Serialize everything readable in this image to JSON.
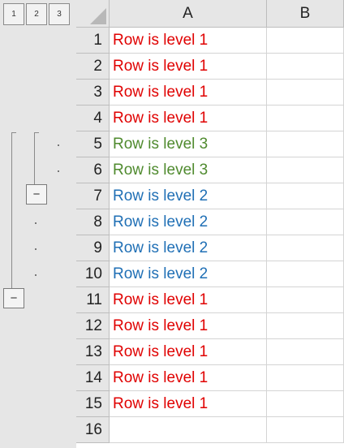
{
  "outline": {
    "level_buttons": [
      "1",
      "2",
      "3"
    ],
    "collapse_symbol": "−"
  },
  "columns": [
    "A",
    "B"
  ],
  "rows": [
    {
      "num": "1",
      "a": "Row is level 1",
      "level": 1
    },
    {
      "num": "2",
      "a": "Row is level 1",
      "level": 1
    },
    {
      "num": "3",
      "a": "Row is level 1",
      "level": 1
    },
    {
      "num": "4",
      "a": "Row is level 1",
      "level": 1
    },
    {
      "num": "5",
      "a": "Row is level 3",
      "level": 3
    },
    {
      "num": "6",
      "a": "Row is level 3",
      "level": 3
    },
    {
      "num": "7",
      "a": "Row is level 2",
      "level": 2
    },
    {
      "num": "8",
      "a": "Row is level 2",
      "level": 2
    },
    {
      "num": "9",
      "a": "Row is level 2",
      "level": 2
    },
    {
      "num": "10",
      "a": "Row is level 2",
      "level": 2
    },
    {
      "num": "11",
      "a": "Row is level 1",
      "level": 1
    },
    {
      "num": "12",
      "a": "Row is level 1",
      "level": 1
    },
    {
      "num": "13",
      "a": "Row is level 1",
      "level": 1
    },
    {
      "num": "14",
      "a": "Row is level 1",
      "level": 1
    },
    {
      "num": "15",
      "a": "Row is level 1",
      "level": 1
    },
    {
      "num": "16",
      "a": "",
      "level": 1
    }
  ],
  "colors": {
    "level_1": "#e00000",
    "level_2": "#1f6fb5",
    "level_3": "#4f8a2e"
  }
}
